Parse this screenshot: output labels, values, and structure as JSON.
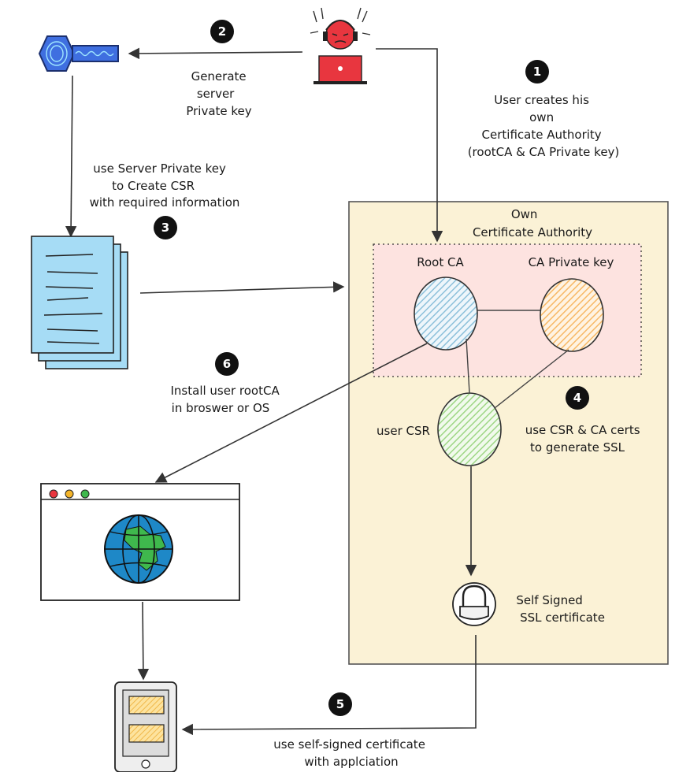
{
  "steps": {
    "s1": {
      "num": "1",
      "lines": [
        "User creates his",
        "own",
        "Certificate Authority",
        "(rootCA & CA Private key)"
      ]
    },
    "s2": {
      "num": "2",
      "lines": [
        "Generate",
        "server",
        "Private key"
      ]
    },
    "s3": {
      "num": "3",
      "lines": [
        "use Server Private key",
        "to Create CSR",
        "with required information"
      ]
    },
    "s4": {
      "num": "4",
      "lines": [
        "use CSR & CA certs",
        "to generate SSL"
      ]
    },
    "s5": {
      "num": "5",
      "lines": [
        "use self-signed certificate",
        "with applciation"
      ]
    },
    "s6": {
      "num": "6",
      "lines": [
        "Install user rootCA",
        "in broswer or OS"
      ]
    }
  },
  "ca_box": {
    "title_lines": [
      "Own",
      "Certificate Authority"
    ]
  },
  "nodes": {
    "root_ca": "Root CA",
    "ca_private_key": "CA Private key",
    "user_csr": "user CSR",
    "ssl_cert_lines": [
      "Self Signed",
      "SSL certificate"
    ]
  },
  "colors": {
    "ca_box_fill": "#fbf2d6",
    "inner_box_fill": "#fde3e0",
    "root_ca_fill": "#a8cfe0",
    "ca_key_fill": "#fccf8e",
    "csr_fill": "#b7e3a5",
    "csr_doc_fill": "#a6dcf5",
    "key_icon_fill": "#3f6fe0",
    "laptop_fill": "#e8363f",
    "globe_ocean": "#1e88c7",
    "globe_land": "#3fb84d",
    "badge_fill": "#111111"
  }
}
